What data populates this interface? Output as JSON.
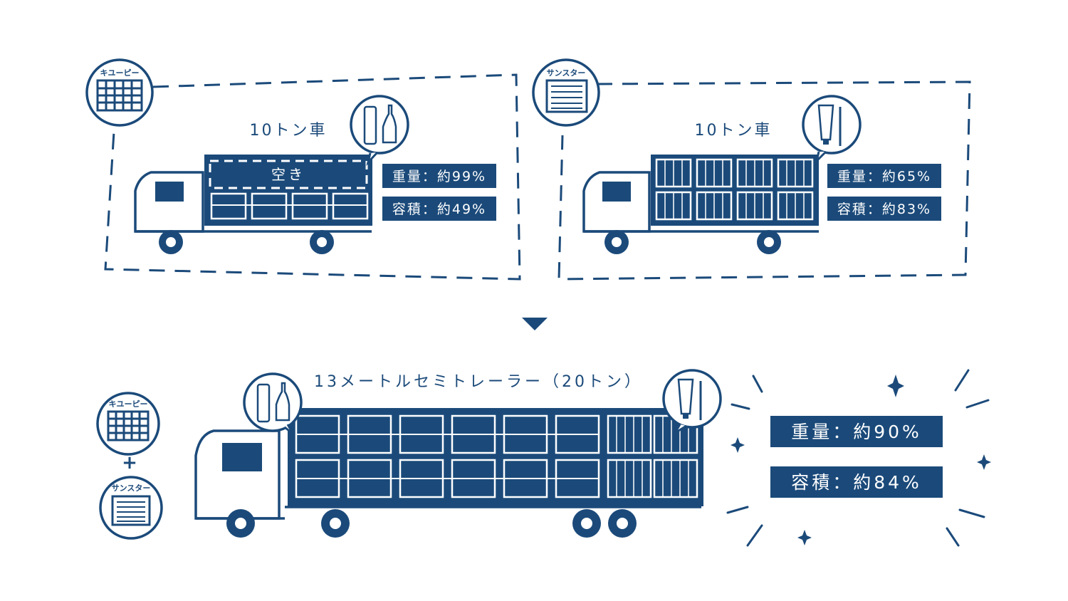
{
  "colors": {
    "primary": "#1b4a7a",
    "background": "#ffffff"
  },
  "top_left": {
    "company": "キユーピー",
    "company_icon": "grid-crate-icon",
    "truck_label": "10トン車",
    "empty_label": "空き",
    "products_icon": "bottles-icon",
    "weight": "重量：約99%",
    "volume": "容積：約49%"
  },
  "top_right": {
    "company": "サンスター",
    "company_icon": "lined-crate-icon",
    "truck_label": "10トン車",
    "products_icon": "toothpaste-toothbrush-icon",
    "weight": "重量：約65%",
    "volume": "容積：約83%"
  },
  "bottom": {
    "company_a": "キユーピー",
    "plus": "+",
    "company_b": "サンスター",
    "trailer_label": "13メートルセミトレーラー（20トン）",
    "weight": "重量：約90%",
    "volume": "容積：約84%"
  }
}
